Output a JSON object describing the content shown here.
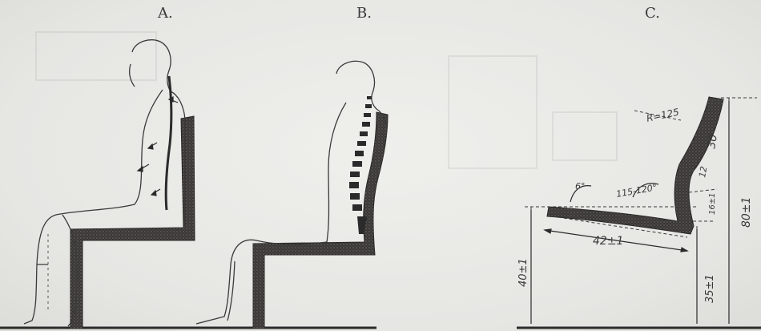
{
  "panels": [
    {
      "label": "A."
    },
    {
      "label": "B."
    },
    {
      "label": "C."
    }
  ],
  "dimensions": {
    "radius": "R=125",
    "backrest": "30",
    "angle_small": "6°",
    "angle_back": "115-120°",
    "seat_depth": "42±1",
    "lower_back": "16±1",
    "back_curve": "12",
    "overall_height": "80±1",
    "seat_height_left": "40±1",
    "seat_height_right": "35±1"
  },
  "colors": {
    "ink": "#2b2b2b",
    "chair": "#3a3836",
    "paper": "#e9e9e6"
  }
}
